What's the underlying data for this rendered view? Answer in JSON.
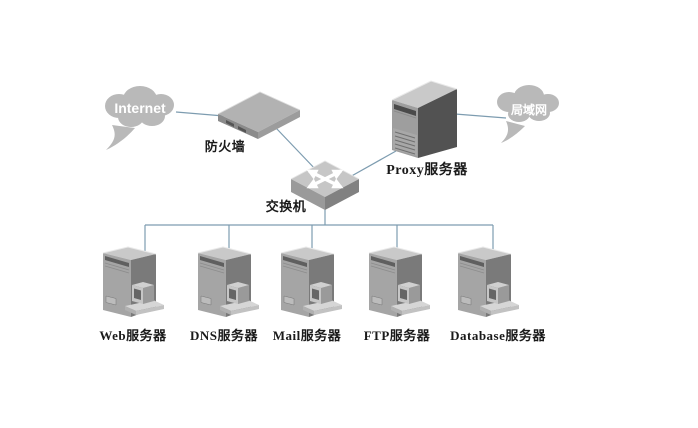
{
  "diagram": {
    "type": "network-topology",
    "nodes": {
      "internet": {
        "label": "Internet",
        "shape": "cloud"
      },
      "lan": {
        "label": "局域网",
        "shape": "cloud"
      },
      "firewall": {
        "label": "防火墙",
        "shape": "firewall-appliance"
      },
      "switch": {
        "label": "交换机",
        "shape": "switch"
      },
      "proxy": {
        "label": "Proxy服务器",
        "shape": "tower-server"
      }
    },
    "servers": [
      {
        "label": "Web服务器"
      },
      {
        "label": "DNS服务器"
      },
      {
        "label": "Mail服务器"
      },
      {
        "label": "FTP服务器"
      },
      {
        "label": "Database服务器"
      }
    ],
    "connections": [
      {
        "from": "internet",
        "to": "firewall"
      },
      {
        "from": "firewall",
        "to": "switch"
      },
      {
        "from": "switch",
        "to": "proxy"
      },
      {
        "from": "proxy",
        "to": "lan"
      },
      {
        "from": "switch",
        "to": "Web服务器"
      },
      {
        "from": "switch",
        "to": "DNS服务器"
      },
      {
        "from": "switch",
        "to": "Mail服务器"
      },
      {
        "from": "switch",
        "to": "FTP服务器"
      },
      {
        "from": "switch",
        "to": "Database服务器"
      }
    ],
    "colors": {
      "background": "#ffffff",
      "link": "#7d9cb0",
      "cloud_fill": "#b9b9b9",
      "cloud_text": "#ffffff",
      "label_text": "#1a1a1a",
      "device_top": "#c9c9c9",
      "device_front": "#a5a5a5",
      "device_side_dark": "#525252"
    }
  }
}
